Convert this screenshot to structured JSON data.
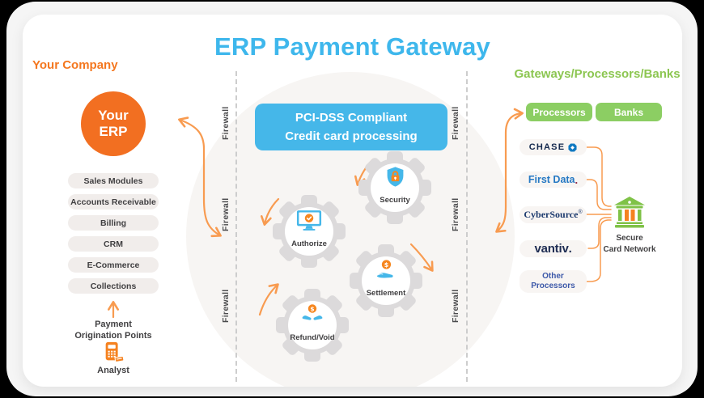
{
  "title": "ERP Payment Gateway",
  "left": {
    "heading": "Your Company",
    "erp": {
      "line1": "Your",
      "line2": "ERP"
    },
    "modules": [
      "Sales Modules",
      "Accounts Receivable",
      "Billing",
      "CRM",
      "E-Commerce",
      "Collections"
    ],
    "origination": {
      "line1": "Payment",
      "line2": "Origination Points"
    },
    "analyst": "Analyst"
  },
  "center": {
    "firewall": "Firewall",
    "banner": {
      "line1": "PCI-DSS Compliant",
      "line2": "Credit card processing"
    },
    "gears": [
      {
        "label": "Security",
        "icon": "shield-lock-icon"
      },
      {
        "label": "Authorize",
        "icon": "monitor-check-icon"
      },
      {
        "label": "Settlement",
        "icon": "hand-coin-icon"
      },
      {
        "label": "Refund/Void",
        "icon": "hands-coin-icon"
      }
    ]
  },
  "right": {
    "heading": "Gateways/Processors/Banks",
    "buttons": [
      {
        "label": "Processors"
      },
      {
        "label": "Banks"
      }
    ],
    "processors": [
      {
        "name": "CHASE",
        "style": "chase"
      },
      {
        "name": "First Data",
        "suffix": ".",
        "style": "firstdata"
      },
      {
        "name": "CyberSource",
        "suffix": "®",
        "style": "cybersource"
      },
      {
        "name": "vantiv",
        "suffix": ".",
        "style": "vantiv"
      },
      {
        "line1": "Other",
        "line2": "Processors",
        "style": "other"
      }
    ],
    "network": {
      "line1": "Secure",
      "line2": "Card Network"
    }
  },
  "icons": {
    "dollar": "$"
  },
  "colors": {
    "orange": "#F26F21",
    "icon_orange": "#F6861F",
    "arrow_orange": "#F89B50",
    "blue": "#45B7E9",
    "title_blue": "#3EB7EC",
    "green": "#8CC651",
    "button_green": "#8CCE63",
    "bank_green": "#7FC247",
    "navy": "#1B2B50",
    "text_dark": "#414042",
    "pill_gray": "#F1EDEB",
    "circle_gray": "#F7F5F3"
  }
}
